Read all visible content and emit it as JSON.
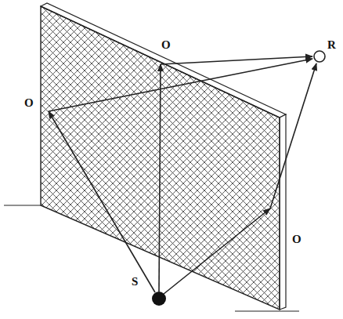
{
  "diagram": {
    "labels": [
      "O",
      "O",
      "O",
      "S",
      "R"
    ]
  }
}
